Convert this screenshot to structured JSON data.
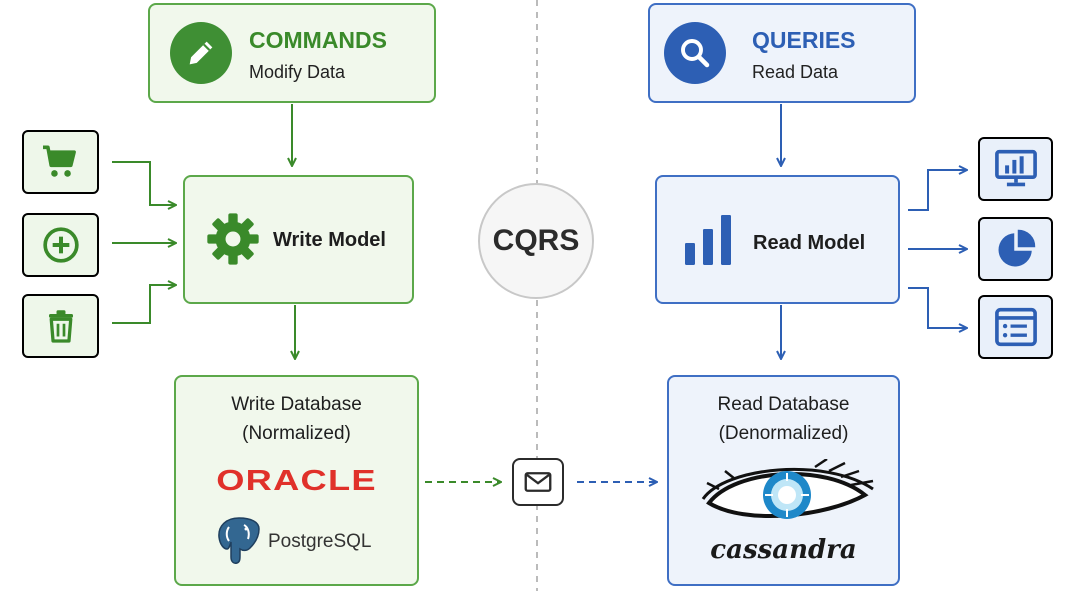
{
  "colors": {
    "green": "#3a8a2a",
    "green_light": "#eef7ea",
    "blue": "#2d5fb4",
    "blue_light": "#eef3fb",
    "oracle_red": "#e0312a",
    "divider": "#bbbbbb"
  },
  "center": {
    "label": "CQRS"
  },
  "commands": {
    "title": "COMMANDS",
    "subtitle": "Modify Data",
    "icon": "pencil-icon"
  },
  "queries": {
    "title": "QUERIES",
    "subtitle": "Read Data",
    "icon": "search-icon"
  },
  "write_model": {
    "label": "Write Model",
    "icon": "gear-icon"
  },
  "read_model": {
    "label": "Read Model",
    "icon": "bar-chart-icon"
  },
  "write_inputs": [
    {
      "icon": "shopping-cart-icon"
    },
    {
      "icon": "plus-circle-icon"
    },
    {
      "icon": "trash-icon"
    }
  ],
  "read_outputs": [
    {
      "icon": "monitor-chart-icon"
    },
    {
      "icon": "pie-chart-icon"
    },
    {
      "icon": "list-card-icon"
    }
  ],
  "write_db": {
    "title": "Write Database",
    "subtitle": "(Normalized)",
    "logos": {
      "oracle": "ORACLE",
      "postgres": "PostgreSQL"
    }
  },
  "read_db": {
    "title": "Read Database",
    "subtitle": "(Denormalized)",
    "logos": {
      "cassandra": "cassandra"
    }
  },
  "sync": {
    "icon": "envelope-icon"
  }
}
